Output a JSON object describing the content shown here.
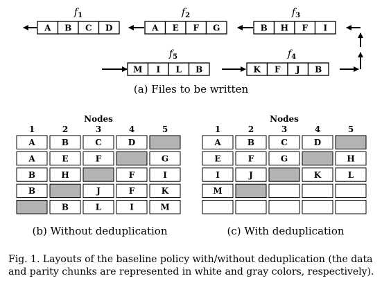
{
  "files": [
    {
      "label": "f1",
      "base": "f",
      "sub": "1",
      "chunks": [
        "A",
        "B",
        "C",
        "D"
      ]
    },
    {
      "label": "f2",
      "base": "f",
      "sub": "2",
      "chunks": [
        "A",
        "E",
        "F",
        "G"
      ]
    },
    {
      "label": "f3",
      "base": "f",
      "sub": "3",
      "chunks": [
        "B",
        "H",
        "F",
        "I"
      ]
    },
    {
      "label": "f5",
      "base": "f",
      "sub": "5",
      "chunks": [
        "M",
        "I",
        "L",
        "B"
      ]
    },
    {
      "label": "f4",
      "base": "f",
      "sub": "4",
      "chunks": [
        "K",
        "F",
        "J",
        "B"
      ]
    }
  ],
  "captions": {
    "a": "(a) Files to be written",
    "b": "(b) Without deduplication",
    "c": "(c) With deduplication",
    "figure": "Fig. 1.   Layouts of the baseline policy with/without deduplication (the data and parity chunks are represented in white and gray colors, respectively)."
  },
  "grids": [
    {
      "title": "Nodes",
      "columns": [
        "1",
        "2",
        "3",
        "4",
        "5"
      ],
      "rows": [
        [
          {
            "t": "A"
          },
          {
            "t": "B"
          },
          {
            "t": "C"
          },
          {
            "t": "D"
          },
          {
            "t": "",
            "p": true
          }
        ],
        [
          {
            "t": "A"
          },
          {
            "t": "E"
          },
          {
            "t": "F"
          },
          {
            "t": "",
            "p": true
          },
          {
            "t": "G"
          }
        ],
        [
          {
            "t": "B"
          },
          {
            "t": "H"
          },
          {
            "t": "",
            "p": true
          },
          {
            "t": "F"
          },
          {
            "t": "I"
          }
        ],
        [
          {
            "t": "B"
          },
          {
            "t": "",
            "p": true
          },
          {
            "t": "J"
          },
          {
            "t": "F"
          },
          {
            "t": "K"
          }
        ],
        [
          {
            "t": "",
            "p": true
          },
          {
            "t": "B"
          },
          {
            "t": "L"
          },
          {
            "t": "I"
          },
          {
            "t": "M"
          }
        ]
      ]
    },
    {
      "title": "Nodes",
      "columns": [
        "1",
        "2",
        "3",
        "4",
        "5"
      ],
      "rows": [
        [
          {
            "t": "A"
          },
          {
            "t": "B"
          },
          {
            "t": "C"
          },
          {
            "t": "D"
          },
          {
            "t": "",
            "p": true
          }
        ],
        [
          {
            "t": "E"
          },
          {
            "t": "F"
          },
          {
            "t": "G"
          },
          {
            "t": "",
            "p": true
          },
          {
            "t": "H"
          }
        ],
        [
          {
            "t": "I"
          },
          {
            "t": "J"
          },
          {
            "t": "",
            "p": true
          },
          {
            "t": "K"
          },
          {
            "t": "L"
          }
        ],
        [
          {
            "t": "M"
          },
          {
            "t": "",
            "p": true
          },
          {
            "t": ""
          },
          {
            "t": ""
          },
          {
            "t": ""
          }
        ],
        [
          {
            "t": ""
          },
          {
            "t": ""
          },
          {
            "t": ""
          },
          {
            "t": ""
          },
          {
            "t": ""
          }
        ]
      ]
    }
  ],
  "colors": {
    "data": "#ffffff",
    "parity": "#b3b3b3",
    "stroke": "#000000"
  }
}
